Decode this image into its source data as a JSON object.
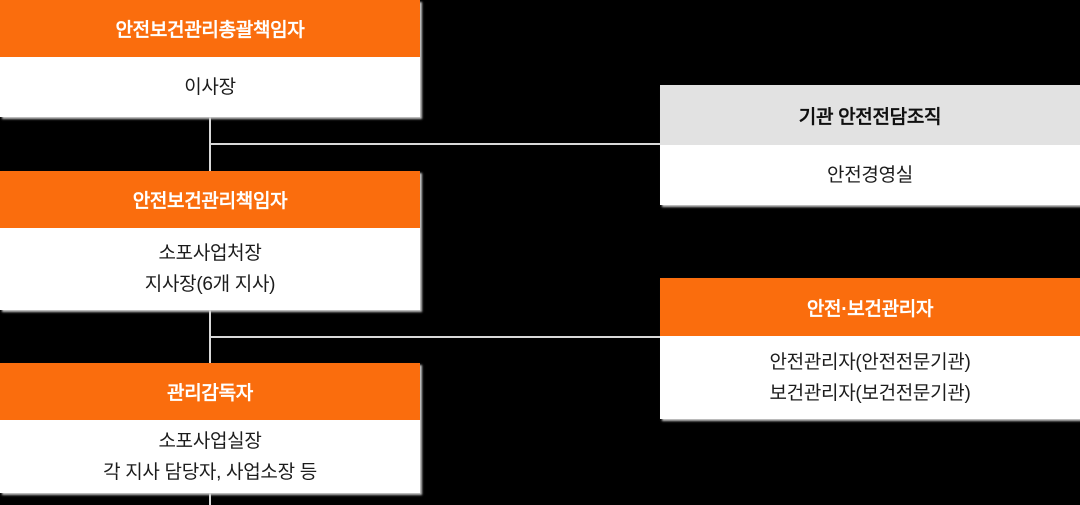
{
  "colors": {
    "background": "#000000",
    "accent_orange": "#FA6D0D",
    "header_gray": "#E2E2E2",
    "connector_line": "#D9D9D9",
    "box_body": "#FFFFFF",
    "header_text_on_orange": "#FFFFFF",
    "header_text_on_gray": "#101010",
    "body_text": "#1C1C1C"
  },
  "org_chart": {
    "nodes": [
      {
        "id": "general-safety-health-manager",
        "title": "안전보건관리총괄책임자",
        "lines": [
          "이사장"
        ],
        "variant": "orange"
      },
      {
        "id": "agency-safety-dedicated-org",
        "title": "기관 안전전담조직",
        "lines": [
          "안전경영실"
        ],
        "variant": "gray"
      },
      {
        "id": "safety-health-management-officer",
        "title": "안전보건관리책임자",
        "lines": [
          "소포사업처장",
          "지사장(6개 지사)"
        ],
        "variant": "orange"
      },
      {
        "id": "safety-health-manager",
        "title": "안전·보건관리자",
        "lines": [
          "안전관리자(안전전문기관)",
          "보건관리자(보건전문기관)"
        ],
        "variant": "orange"
      },
      {
        "id": "supervisor",
        "title": "관리감독자",
        "lines": [
          "소포사업실장",
          "각 지사 담당자, 사업소장 등"
        ],
        "variant": "orange"
      }
    ]
  }
}
